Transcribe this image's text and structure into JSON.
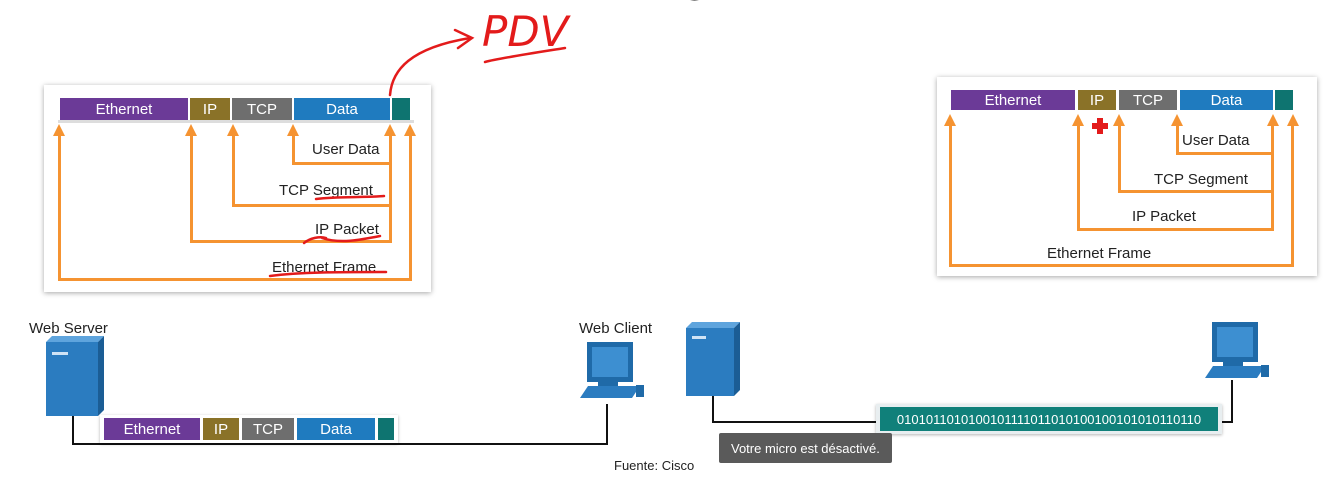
{
  "left_panel": {
    "headers": [
      "Ethernet",
      "IP",
      "TCP",
      "Data"
    ],
    "labels": [
      "User Data",
      "TCP Segment",
      "IP Packet",
      "Ethernet Frame"
    ]
  },
  "right_panel": {
    "headers": [
      "Ethernet",
      "IP",
      "TCP",
      "Data"
    ],
    "labels": [
      "User Data",
      "TCP Segment",
      "IP Packet",
      "Ethernet Frame"
    ]
  },
  "annotation": {
    "handwritten": "PDV"
  },
  "devices": {
    "web_server": "Web Server",
    "web_client": "Web Client"
  },
  "frame_in_transit": [
    "Ethernet",
    "IP",
    "TCP",
    "Data"
  ],
  "bitstream": "0101011010100101111011010100100101010110110",
  "tooltip": "Votre micro est désactivé.",
  "source": "Fuente: Cisco",
  "colors": {
    "orange": "#f59331",
    "ethernet": "#6b3a97",
    "ip": "#8a7228",
    "tcp": "#6e6e6e",
    "data": "#1f7bbf",
    "trailer": "#0e7470",
    "annotation": "#e31b1b"
  }
}
